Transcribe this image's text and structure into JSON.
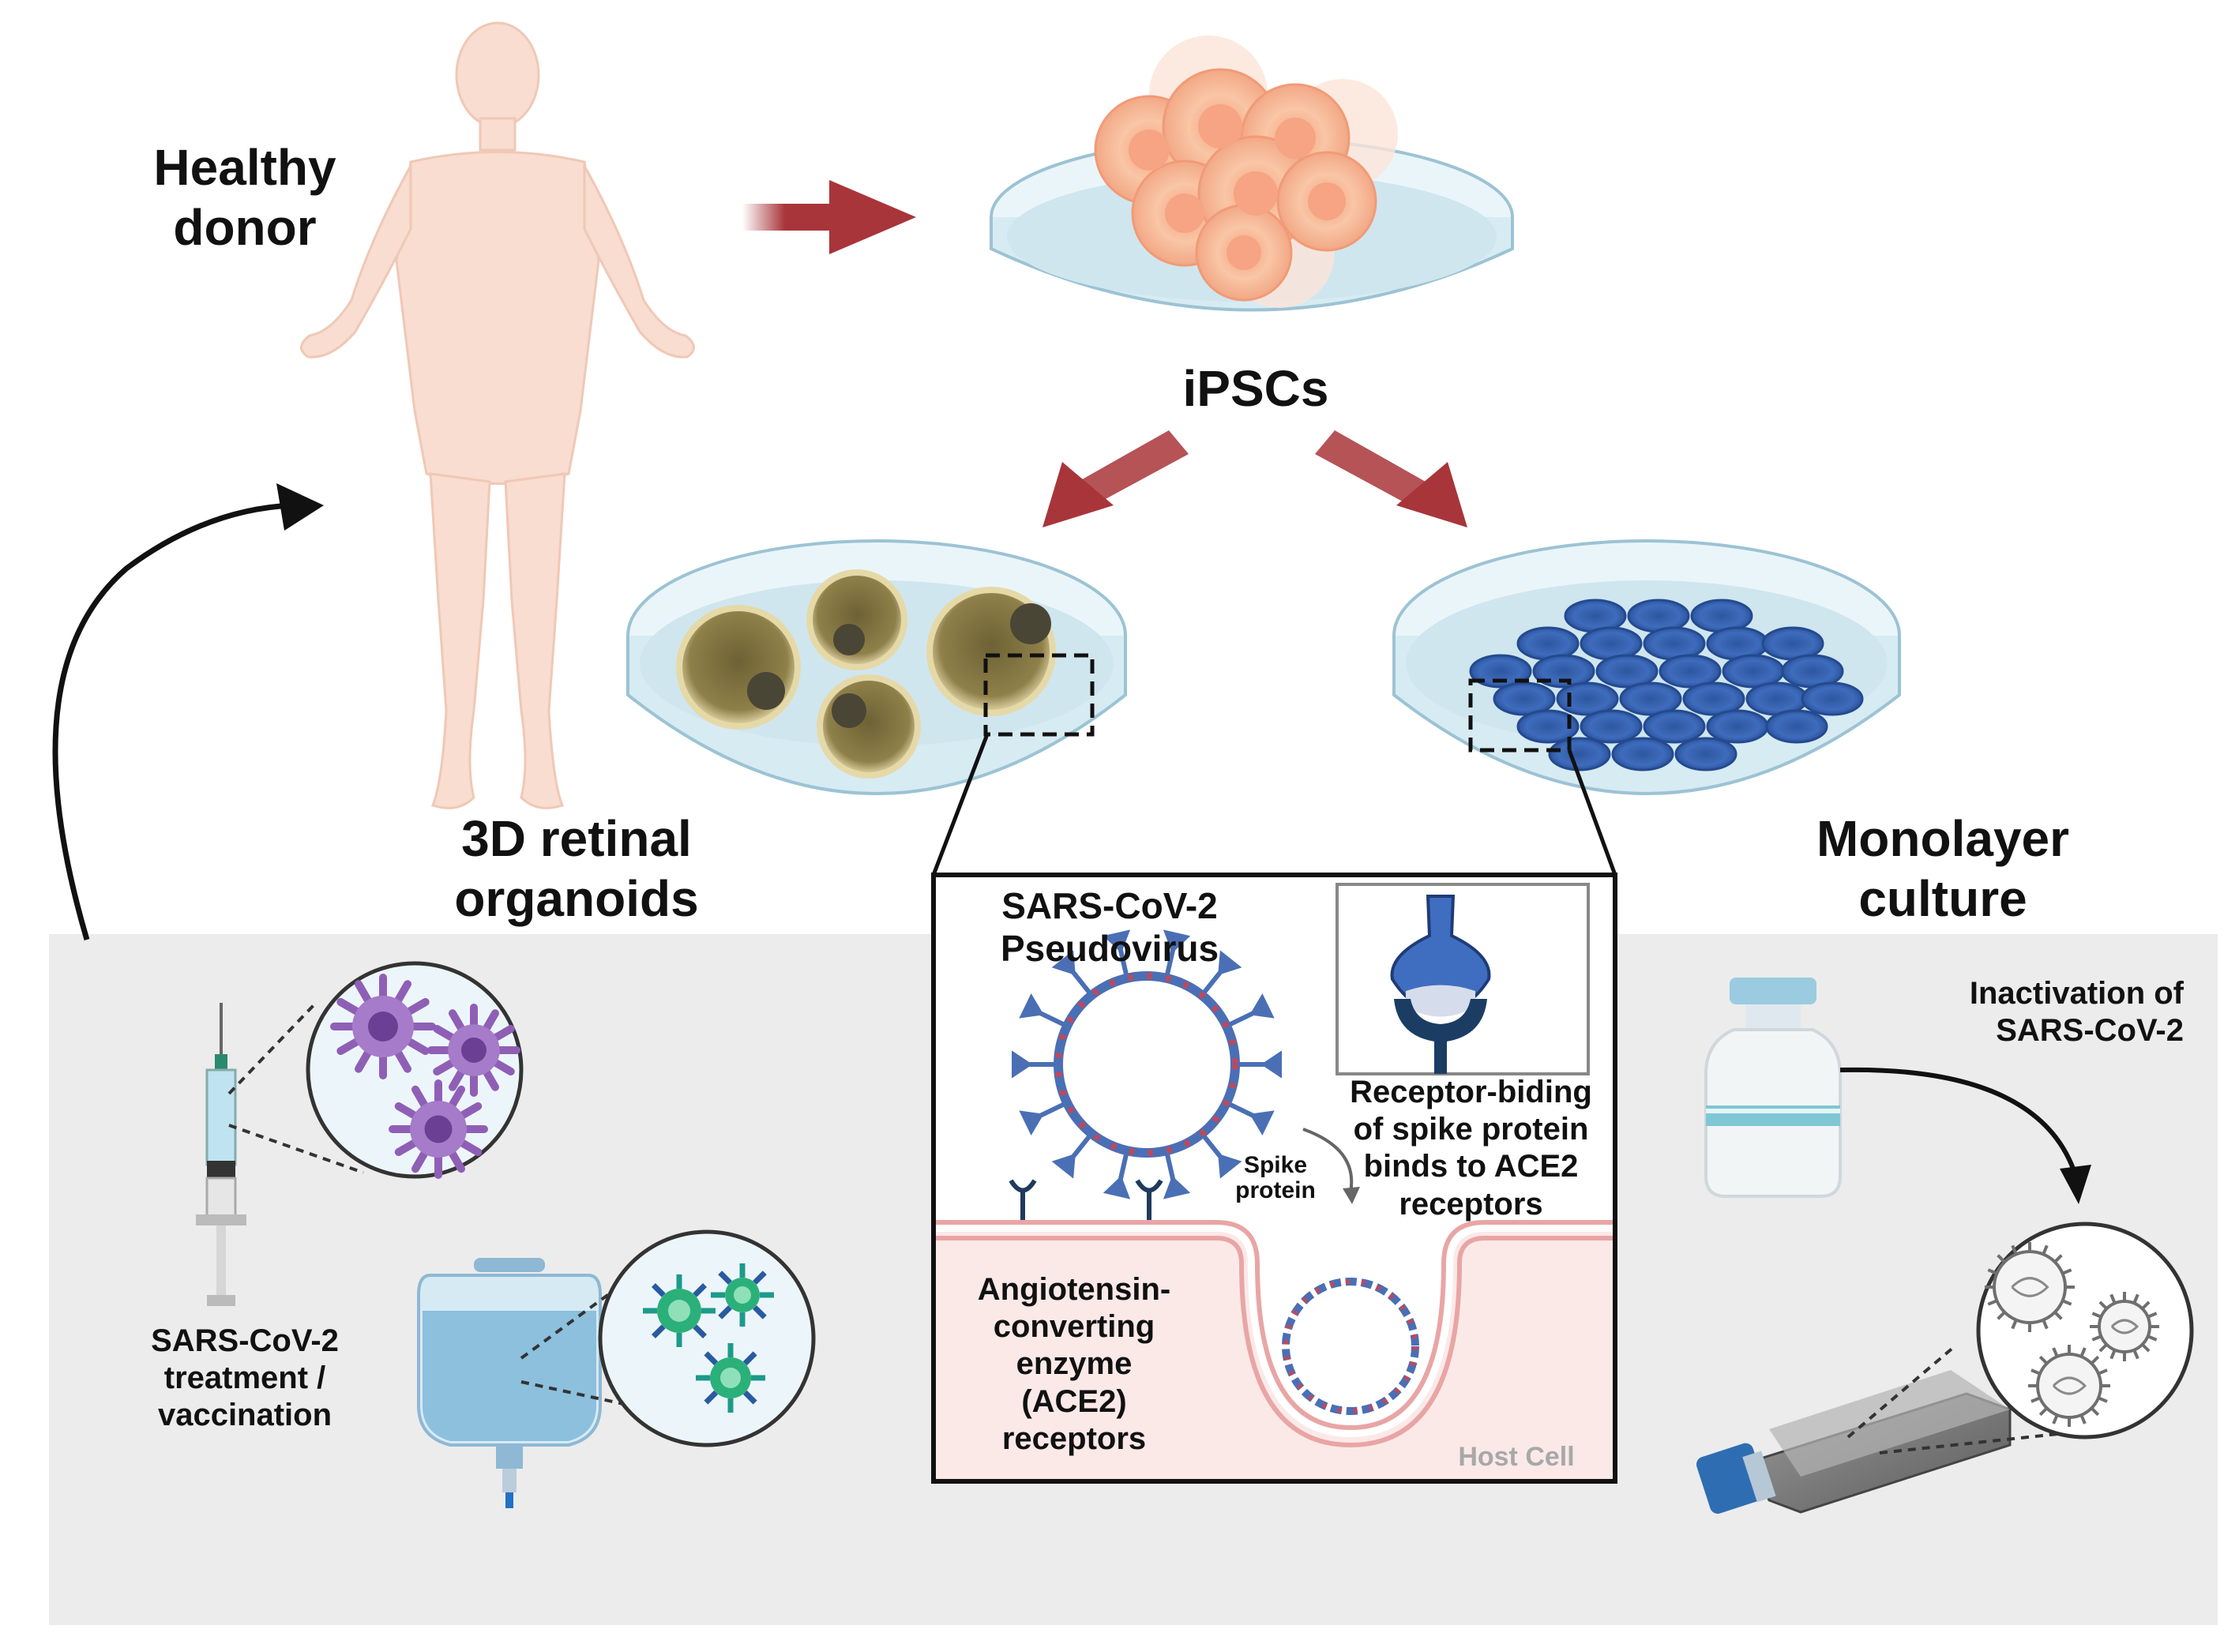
{
  "labels": {
    "healthy_donor": [
      "Healthy",
      "donor"
    ],
    "ipscs": "iPSCs",
    "retinal_organoids": [
      "3D retinal",
      "organoids"
    ],
    "monolayer_culture": [
      "Monolayer",
      "culture"
    ],
    "pseudovirus": [
      "SARS-CoV-2",
      "Pseudovirus"
    ],
    "receptor_binding": [
      "Receptor-biding",
      "of spike protein",
      "binds to ACE2",
      "receptors"
    ],
    "spike_protein": [
      "Spike",
      "protein"
    ],
    "ace2": [
      "Angiotensin-",
      "converting",
      "enzyme",
      "(ACE2)",
      "receptors"
    ],
    "host_cell": "Host Cell",
    "treatment": [
      "SARS-CoV-2",
      "treatment /",
      "vaccination"
    ],
    "inactivation": [
      "Inactivation of",
      "SARS-CoV-2"
    ]
  },
  "colors": {
    "arrow_red": "#a8353a",
    "dish": "#cfe6ef",
    "cell_peach": "#f7b795",
    "organoid": "#8a7a45",
    "monolayer_cell": "#3b67b3",
    "virus_blue": "#4a6fb5",
    "spike_red": "#c0485a",
    "host_pink": "#fbe9e8",
    "panel_gray": "#ececec",
    "antibody_purple": "#8f5fb6",
    "antibody_green": "#2bb07a"
  },
  "icons": [
    "human-body-icon",
    "petri-dish-icon",
    "syringe-icon",
    "iv-bag-icon",
    "vial-icon",
    "culture-flask-icon",
    "virus-icon",
    "ace2-receptor-icon"
  ]
}
